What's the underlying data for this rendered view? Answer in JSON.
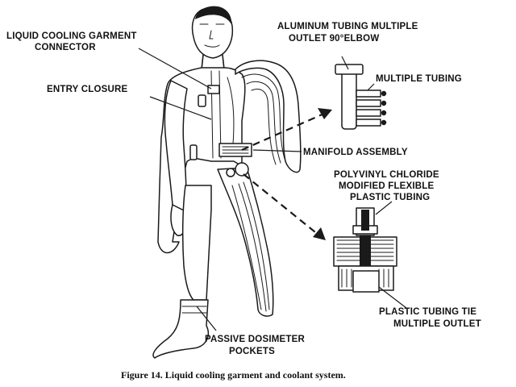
{
  "figure": {
    "labels": {
      "lcg_connector_1": "LIQUID COOLING GARMENT",
      "lcg_connector_2": "CONNECTOR",
      "entry_closure": "ENTRY CLOSURE",
      "aluminum_tubing_1": "ALUMINUM TUBING MULTIPLE",
      "aluminum_tubing_2": "OUTLET 90°ELBOW",
      "multiple_tubing": "MULTIPLE TUBING",
      "manifold_assembly": "MANIFOLD ASSEMBLY",
      "pvc_1": "POLYVINYL CHLORIDE",
      "pvc_2": "MODIFIED FLEXIBLE",
      "pvc_3": "PLASTIC TUBING",
      "tubing_tie_1": "PLASTIC TUBING TIE",
      "tubing_tie_2": "MULTIPLE OUTLET",
      "dosimeter_1": "PASSIVE DOSIMETER",
      "dosimeter_2": "POCKETS"
    },
    "caption": "Figure 14.  Liquid cooling garment and coolant system."
  }
}
